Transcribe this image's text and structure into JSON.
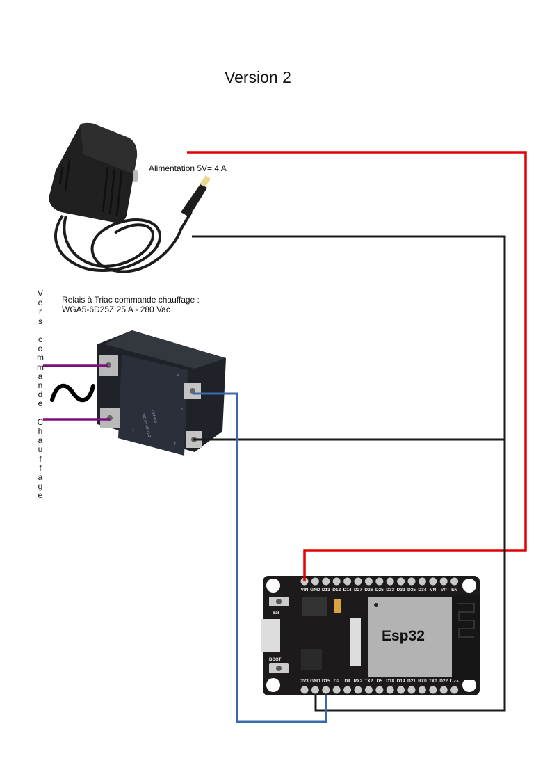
{
  "title": "Version 2",
  "power_supply": {
    "label": "Alimentation 5V= 4 A",
    "icon": "power-adapter-icon"
  },
  "relay": {
    "label_line1": "Relais à Triac  commande chauffage :",
    "label_line2": "WGA5-6D25Z  25 A - 280 Vac",
    "brand": "COMUS",
    "model": "WG A5 6D 25 Z",
    "terminals": [
      "1",
      "2",
      "3",
      "4"
    ],
    "icon": "solid-state-relay-icon"
  },
  "side_label": "V\ne\nr\ns\n \nc\no\nm\nm\na\nn\nd\ne\n \nC\nh\na\nu\nf\nf\na\ng\ne",
  "ac_symbol": "~",
  "esp32": {
    "label": "Esp32",
    "top_pins": [
      "VIN",
      "GND",
      "D13",
      "D12",
      "D14",
      "D27",
      "D26",
      "D25",
      "D33",
      "D32",
      "D35",
      "D34",
      "VN",
      "VP",
      "EN"
    ],
    "bottom_pins": [
      "3V3",
      "GND",
      "D15",
      "D2",
      "D4",
      "RX2",
      "TX2",
      "D5",
      "D18",
      "D19",
      "D21",
      "RX0",
      "TX0",
      "D22",
      "D23"
    ],
    "buttons": [
      "EN",
      "BOOT"
    ]
  },
  "wire_colors": {
    "power_positive": "#e00000",
    "ground": "#1a1a1a",
    "signal": "#3a6aab",
    "ac_mains": "#7d0d7d"
  }
}
